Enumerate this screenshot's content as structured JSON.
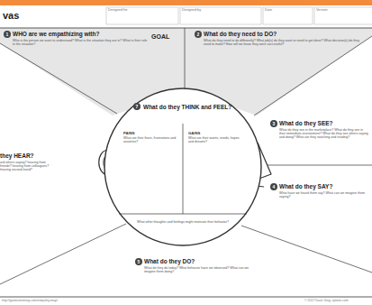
{
  "diagram": {
    "nodes": [
      {
        "text": [
          "WHO are we empathizing with?",
          "Who is the person we want to understand? What is the situation they are in? What is their role in the situation?"
        ]
      },
      {
        "text": [
          "What do they need to DO?",
          "What do they need to do differently? What job(s) do they want or need to get done? What decision(s) do they need to make? How will we know they were successful?"
        ]
      },
      {
        "text": [
          "they HEAR?",
          "ard others saying? hearing from friends? hearing from colleagues? hearing second-hand?"
        ]
      },
      {
        "text": [
          "What do they THINK and FEEL?",
          "What other thoughts and feelings might motivate their behavior?"
        ]
      },
      {
        "text": [
          "PAINS",
          "What are their fears, frustrations and anxieties?"
        ],
        "in": 3
      },
      {
        "text": [
          "GAINS",
          "What are their wants, needs, hopes and dreams?"
        ],
        "in": 3
      },
      {
        "text": [
          "What do they SEE?",
          "What do they see in the marketplace? What do they see in their immediate environment? What do they see others saying and doing? What are they watching and reading?"
        ]
      },
      {
        "text": [
          "What do they SAY?",
          "What have we heard them say? What can we imagine them saying?"
        ]
      },
      {
        "text": [
          "What do they DO?",
          "What do they do today? What behavior have we observed? What can we imagine them doing?"
        ]
      }
    ],
    "labels": [
      "vas",
      "Designed for",
      "Designed by",
      "Date",
      "Version",
      "GOAL",
      "1",
      "2",
      "7",
      "3",
      "4",
      "5",
      "http://gamestorming.com/empathy-map/",
      "© 2017 Dave Gray, xplane.com"
    ]
  }
}
